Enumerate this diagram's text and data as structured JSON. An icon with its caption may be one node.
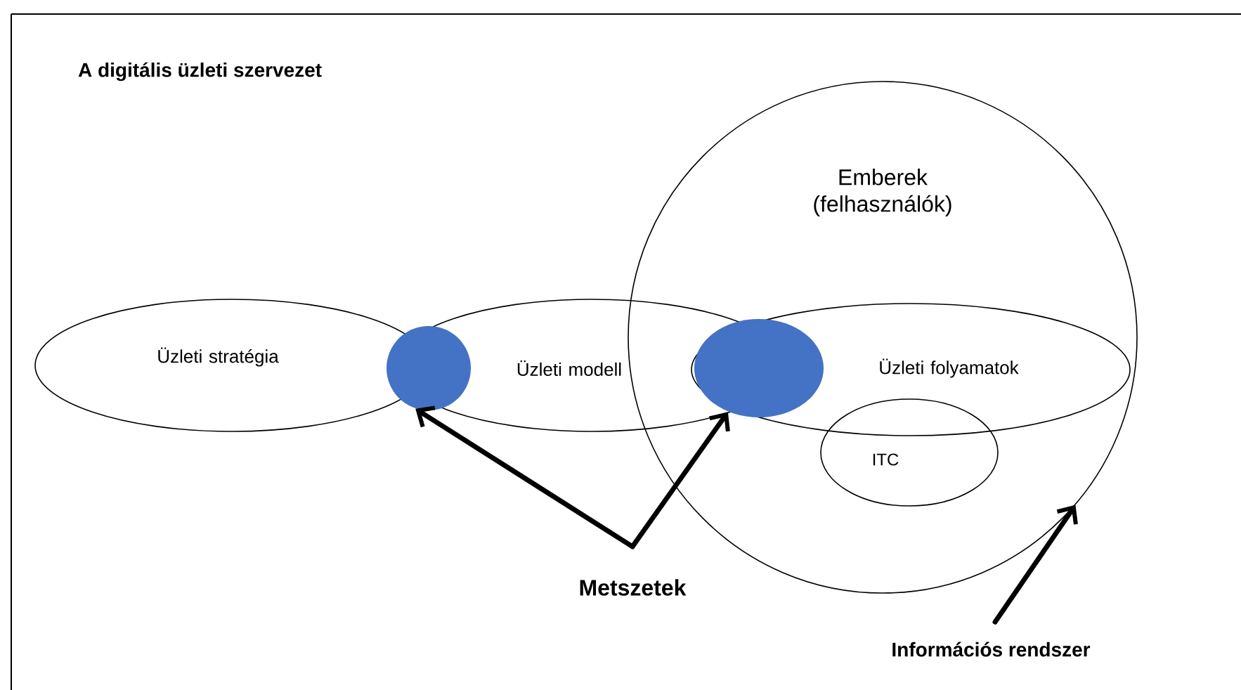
{
  "diagram": {
    "title": "A digitális üzleti szervezet",
    "nodes": [
      {
        "text": [
          "Emberek (felhasználók)"
        ]
      },
      {
        "text": [
          "Üzleti stratégia"
        ]
      },
      {
        "text": [
          "Üzleti modell"
        ]
      },
      {
        "text": [
          "Üzleti folyamatok"
        ],
        "in": 0
      },
      {
        "text": [
          "ITC"
        ],
        "in": 0
      },
      {
        "text": [],
        "shape": "ellipse"
      },
      {
        "text": [],
        "shape": "ellipse",
        "in": 3
      },
      {
        "text": [
          "Metszetek"
        ]
      },
      {
        "text": [
          "Információs rendszer"
        ]
      }
    ],
    "edges": [
      {
        "from": 7,
        "to": 5,
        "arrow": "to"
      },
      {
        "from": 7,
        "to": 6,
        "arrow": "to"
      },
      {
        "from": 8,
        "to": 0,
        "arrow": "to"
      }
    ]
  }
}
